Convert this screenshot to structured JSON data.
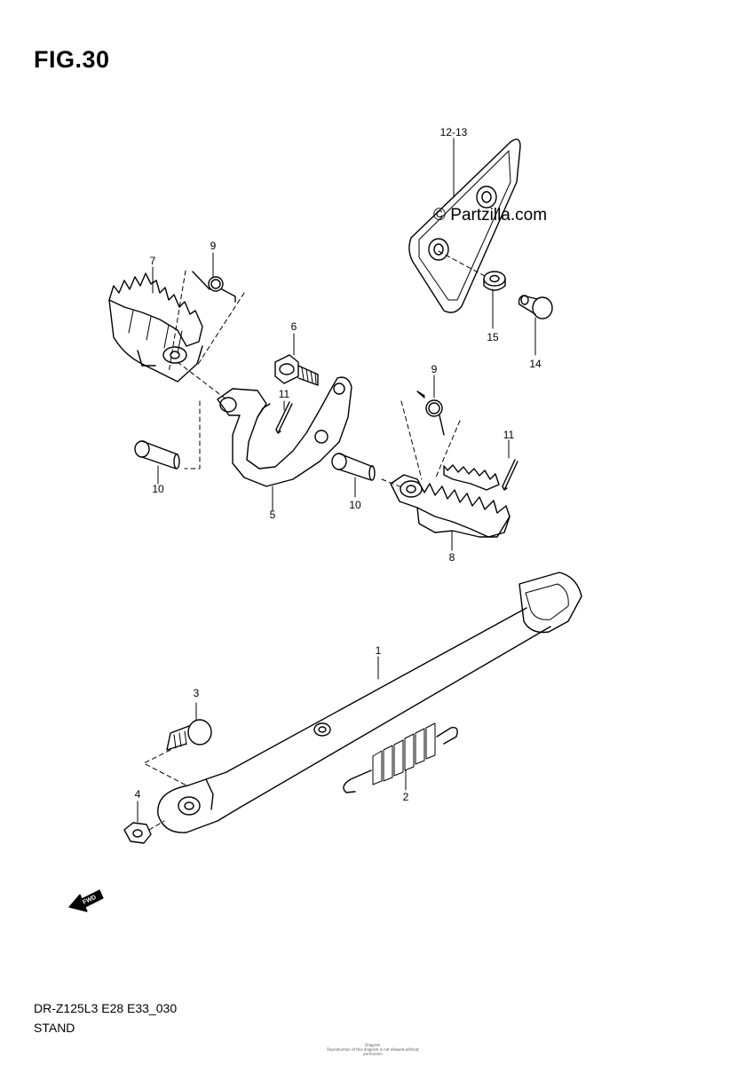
{
  "figure_title": "FIG.30",
  "watermark": "© Partzilla.com",
  "model_code": "DR-Z125L3 E28 E33_030",
  "section_name": "STAND",
  "copyright_small": [
    "Diagram",
    "Reproduction of this diagram is not allowed without permission"
  ],
  "forward_arrow_label": "FWD",
  "callouts": {
    "c1213": "12-13",
    "c9a": "9",
    "c7": "7",
    "c6": "6",
    "c11a": "11",
    "c10a": "10",
    "c5": "5",
    "c15": "15",
    "c14": "14",
    "c9b": "9",
    "c11b": "11",
    "c10b": "10",
    "c8": "8",
    "c1": "1",
    "c3": "3",
    "c2": "2",
    "c4": "4"
  }
}
